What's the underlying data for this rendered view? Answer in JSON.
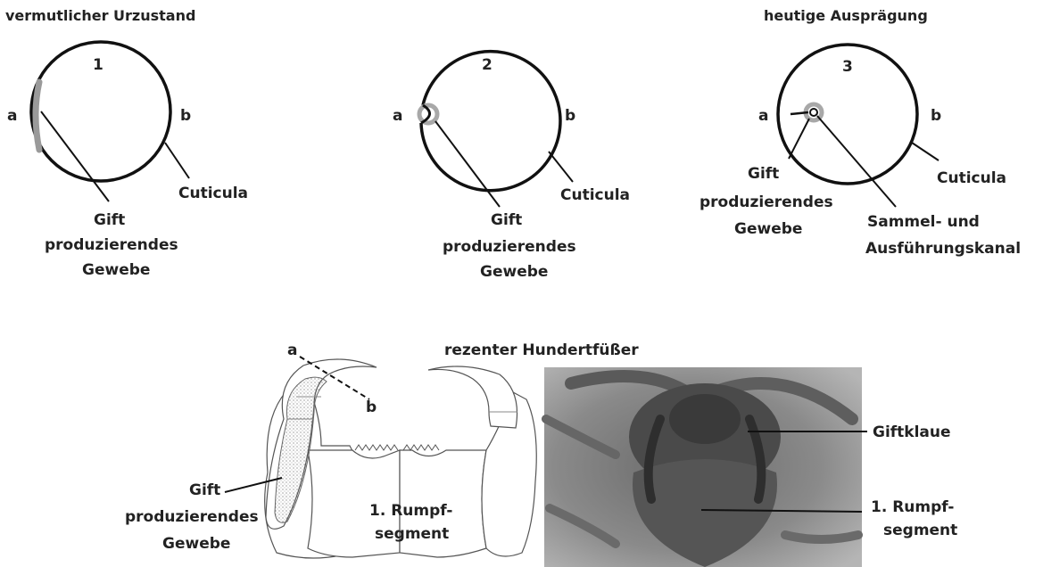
{
  "top_labels": {
    "stage1_caption": "vermutlicher  Urzustand",
    "stage3_caption": "heutige  Ausprägung",
    "num1": "1",
    "num2": "2",
    "num3": "3"
  },
  "stage_labels": {
    "a": "a",
    "b": "b",
    "cuticula": "Cuticula",
    "gift_line1": "Gift",
    "gift_line2": "produzierendes",
    "gift_line3": "Gewebe",
    "kanal_line1": "Sammel- und",
    "kanal_line2": "Ausführungskanal"
  },
  "bottom": {
    "title": "rezenter Hundertfüßer",
    "a": "a",
    "b": "b",
    "gift_line1": "Gift",
    "gift_line2": "produzierendes",
    "gift_line3": "Gewebe",
    "rumpf_line1": "1. Rumpf-",
    "rumpf_line2": "segment",
    "photo_giftklaue": "Giftklaue",
    "photo_rumpf_line1": "1. Rumpf-",
    "photo_rumpf_line2": "segment"
  }
}
